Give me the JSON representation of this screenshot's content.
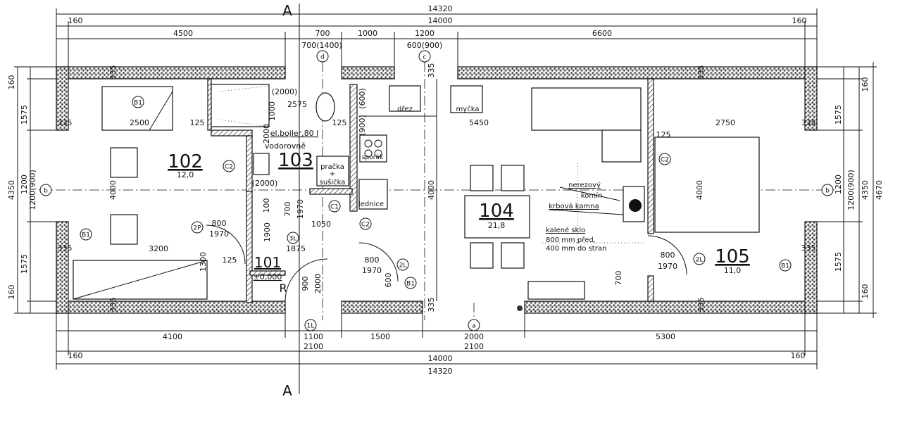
{
  "section_marks": {
    "top": "A",
    "bottom": "A"
  },
  "dimensions": {
    "top_overall": "14320",
    "top_edge_left": "160",
    "top_inner": "14000",
    "top_edge_right": "160",
    "top_segments": [
      "4500",
      "700",
      "1000",
      "1200",
      "6600"
    ],
    "top_openings": [
      "700(1400)",
      "600(900)"
    ],
    "bottom_segments": [
      "4100",
      "1100",
      "1500",
      "2000",
      "5300"
    ],
    "bottom_openings": [
      "2100",
      "2100"
    ],
    "bottom_edge_left": "160",
    "bottom_inner": "14000",
    "bottom_edge_right": "160",
    "bottom_overall": "14320",
    "left": [
      "160",
      "1575",
      "1200",
      "1575",
      "160",
      "4350",
      "1200(900)"
    ],
    "right": [
      "160",
      "1575",
      "1200",
      "1575",
      "160",
      "1200(900)",
      "4350",
      "4670"
    ],
    "wall": "335",
    "interior": [
      "2500",
      "125",
      "2575",
      "125",
      "5450",
      "125",
      "2750",
      "3200",
      "125",
      "1875",
      "1050",
      "1000",
      "2000",
      "4000",
      "4000",
      "4000",
      "1300",
      "1900",
      "700",
      "1970",
      "100",
      "900",
      "2000",
      "600",
      "700",
      "(600)",
      "(900)",
      "(2000)",
      "(2000)"
    ]
  },
  "rooms": [
    {
      "number": "101",
      "level": "±0,000"
    },
    {
      "number": "102",
      "area": "12,0"
    },
    {
      "number": "103"
    },
    {
      "number": "104",
      "area": "21,8"
    },
    {
      "number": "105",
      "area": "11,0"
    }
  ],
  "labels": {
    "boiler": "el.bojler,80 l",
    "boiler_orientation": "vodorovně",
    "washer": "pračka",
    "washer_plus": "+",
    "dryer": "sušička",
    "stove": "sporák",
    "sink": "dřez",
    "dishwasher": "myčka",
    "fridge": "lednice",
    "chimney_1": "nerezový",
    "chimney_2": "komín",
    "stove_fireplace": "krbová kamna",
    "glass_1": "kalené sklo",
    "glass_2": "800 mm před,",
    "glass_3": "400 mm do stran",
    "stair_mark": "R"
  },
  "doors": [
    {
      "tag": "2P",
      "width": "800",
      "height": "1970"
    },
    {
      "tag": "2L",
      "width": "800",
      "height": "1970"
    },
    {
      "tag": "2L",
      "width": "800",
      "height": "1970"
    },
    {
      "tag": "3L"
    },
    {
      "tag": "1L"
    }
  ],
  "tags": [
    "B1",
    "C2",
    "B1",
    "C1",
    "C2",
    "B1",
    "C2",
    "B1"
  ],
  "axes": [
    "a",
    "b",
    "b",
    "c",
    "d"
  ]
}
